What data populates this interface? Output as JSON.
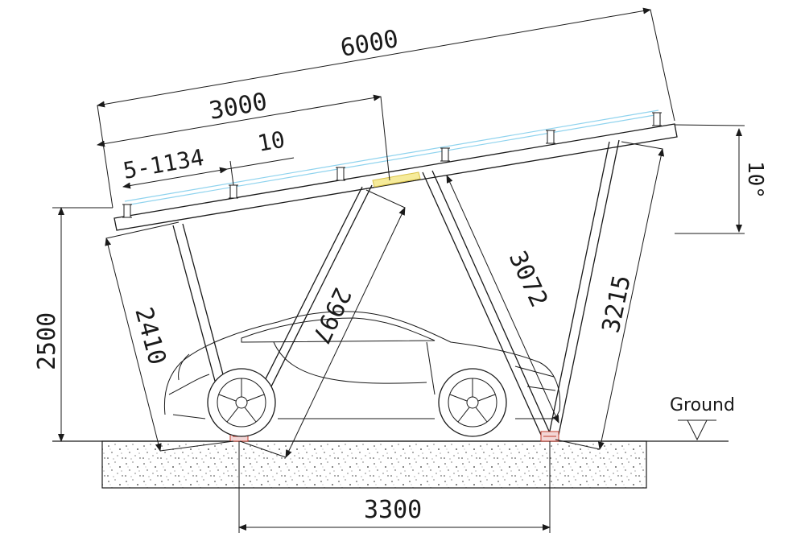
{
  "dimensions": {
    "panel_length": "6000",
    "half_length": "3000",
    "spacing": "5-1134",
    "rail_offset": "10",
    "height": "2500",
    "front_leg": "2410",
    "diag_front": "2997",
    "diag_back": "3072",
    "rear_leg": "3215",
    "tilt": "10°",
    "base_span": "3300"
  },
  "labels": {
    "ground": "Ground"
  },
  "colors": {
    "line": "#1a1a1a",
    "rail": "#8fd3ee",
    "footing": "#c0392b",
    "highlight": "#f3e27a"
  }
}
